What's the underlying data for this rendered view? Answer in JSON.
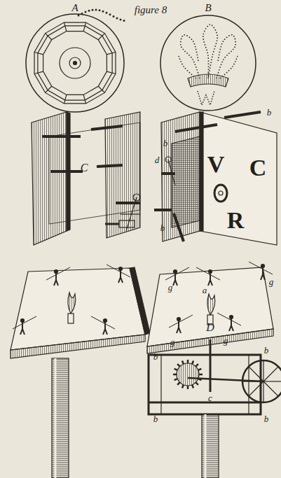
{
  "diagram": {
    "title": "figure 8",
    "labels": [
      "A",
      "B",
      "C",
      "b",
      "b",
      "d",
      "b",
      "V",
      "C",
      "R",
      "D",
      "g",
      "a",
      "g",
      "g",
      "g",
      "b",
      "b",
      "c",
      "b",
      "b"
    ]
  }
}
